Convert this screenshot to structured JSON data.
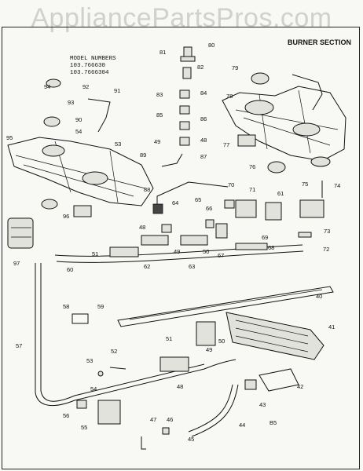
{
  "watermark": "AppliancePartsPros.com",
  "section_title": "BURNER SECTION",
  "model_numbers": {
    "heading": "MODEL NUMBERS",
    "line1": "103.766630",
    "line2": "103.7666304"
  },
  "callouts": [
    "80",
    "81",
    "82",
    "83",
    "84",
    "85",
    "86",
    "49",
    "48",
    "87",
    "79",
    "78",
    "77",
    "76",
    "94",
    "92",
    "91",
    "93",
    "90",
    "54",
    "53",
    "95",
    "89",
    "88",
    "96",
    "97",
    "70",
    "71",
    "61",
    "75",
    "74",
    "73",
    "72",
    "65",
    "66",
    "64",
    "69",
    "68",
    "48",
    "51",
    "62",
    "49",
    "50",
    "63",
    "67",
    "60",
    "40",
    "41",
    "42",
    "43",
    "44",
    "45",
    "46",
    "47",
    "52",
    "53",
    "49",
    "48",
    "54",
    "55",
    "56",
    "57",
    "58",
    "59",
    "50",
    "51",
    "B5"
  ],
  "colors": {
    "line": "#111111",
    "paper": "#f8f8f4",
    "watermark": "#d0d0cf"
  }
}
